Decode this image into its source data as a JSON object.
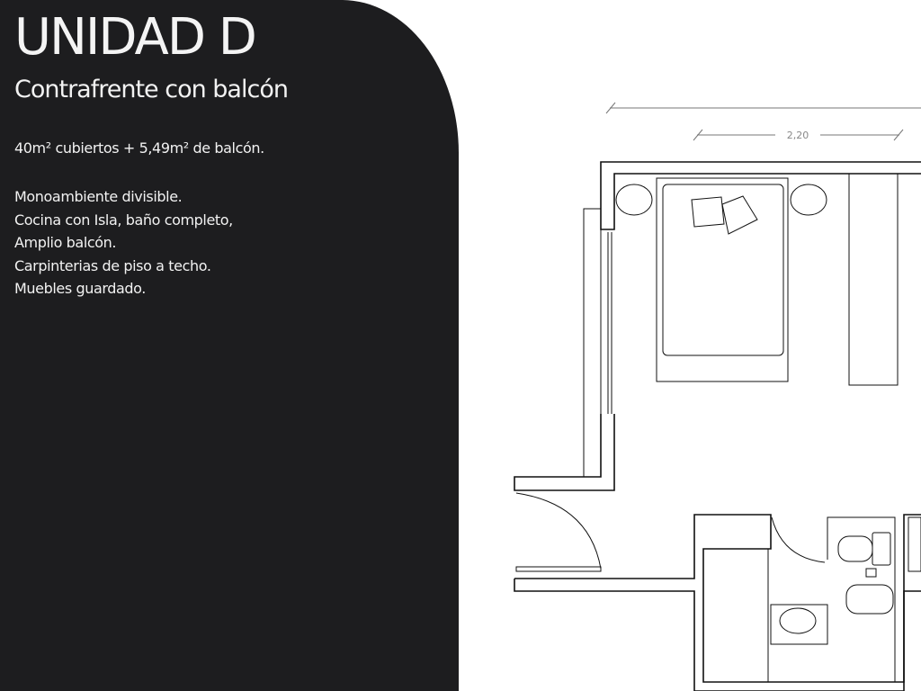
{
  "header": {
    "title": "UNIDAD D",
    "subtitle": "Contrafrente con balcón"
  },
  "details": {
    "area": "40m² cubiertos + 5,49m² de balcón.",
    "features": [
      "Monoambiente divisible.",
      "Cocina con Isla, baño completo,",
      "Amplio balcón.",
      "Carpinterias de piso a techo.",
      "Muebles guardado."
    ]
  },
  "plan": {
    "dimension_label": "2,20",
    "colors": {
      "panel": "#1d1d1f",
      "line": "#111111",
      "dim": "#888888"
    }
  }
}
